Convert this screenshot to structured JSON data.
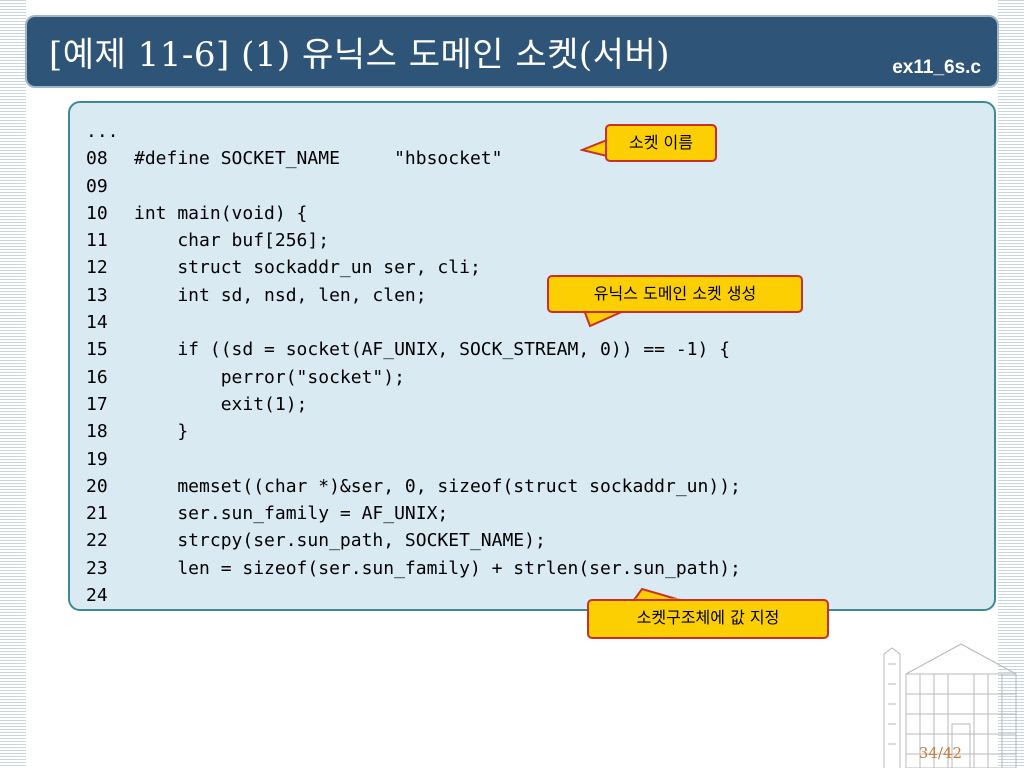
{
  "slide": {
    "title": "[예제 11-6] (1) 유닉스 도메인 소켓(서버)",
    "file_name": "ex11_6s.c",
    "page_number": "34/42"
  },
  "code": {
    "lines": [
      {
        "num": "...",
        "text": ""
      },
      {
        "num": "08",
        "text": "#define SOCKET_NAME     \"hbsocket\""
      },
      {
        "num": "09",
        "text": ""
      },
      {
        "num": "10",
        "text": "int main(void) {"
      },
      {
        "num": "11",
        "text": "    char buf[256];"
      },
      {
        "num": "12",
        "text": "    struct sockaddr_un ser, cli;"
      },
      {
        "num": "13",
        "text": "    int sd, nsd, len, clen;"
      },
      {
        "num": "14",
        "text": ""
      },
      {
        "num": "15",
        "text": "    if ((sd = socket(AF_UNIX, SOCK_STREAM, 0)) == -1) {"
      },
      {
        "num": "16",
        "text": "        perror(\"socket\");"
      },
      {
        "num": "17",
        "text": "        exit(1);"
      },
      {
        "num": "18",
        "text": "    }"
      },
      {
        "num": "19",
        "text": ""
      },
      {
        "num": "20",
        "text": "    memset((char *)&ser, 0, sizeof(struct sockaddr_un));"
      },
      {
        "num": "21",
        "text": "    ser.sun_family = AF_UNIX;"
      },
      {
        "num": "22",
        "text": "    strcpy(ser.sun_path, SOCKET_NAME);"
      },
      {
        "num": "23",
        "text": "    len = sizeof(ser.sun_family) + strlen(ser.sun_path);"
      },
      {
        "num": "24",
        "text": ""
      }
    ]
  },
  "callouts": {
    "socket_name": "소켓 이름",
    "create_socket": "유닉스 도메인 소켓 생성",
    "set_struct": "소켓구조체에 값 지정"
  },
  "colors": {
    "title_bar": "#2e5578",
    "code_background": "#daeaf3",
    "code_border": "#3d8a95",
    "callout_fill": "#fbcf02",
    "callout_border": "#c8302a"
  }
}
